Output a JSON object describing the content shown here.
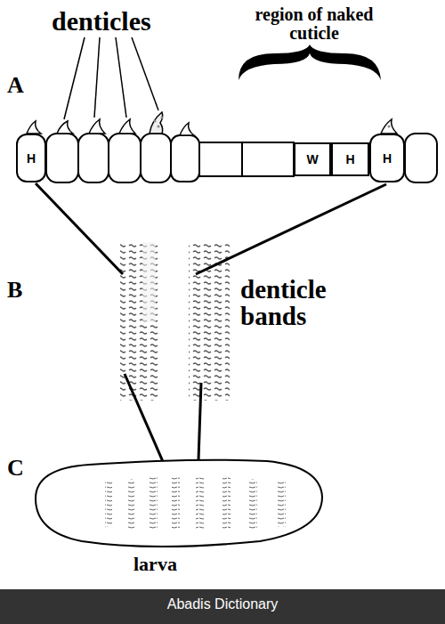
{
  "diagram": {
    "nodes": [
      {
        "text": [
          "H"
        ]
      },
      {
        "text": [
          "W"
        ]
      },
      {
        "text": [
          "H"
        ]
      },
      {
        "text": [
          "H"
        ]
      }
    ],
    "labels": [
      "denticles",
      "region of naked cuticle",
      "A",
      "B",
      "denticle bands",
      "C",
      "larva",
      "Abadis Dictionary"
    ]
  }
}
